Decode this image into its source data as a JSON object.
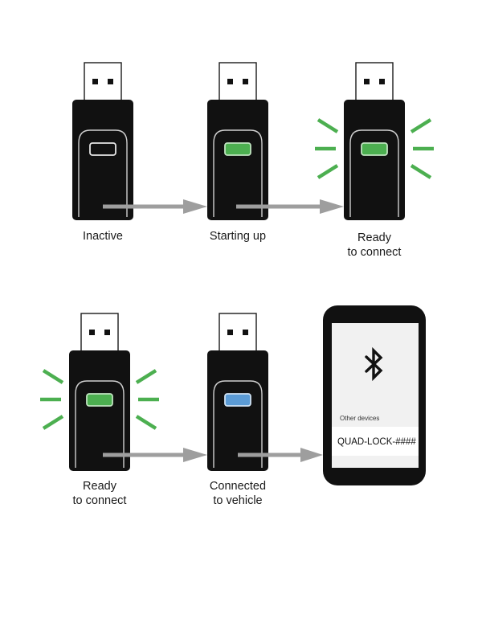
{
  "colors": {
    "dongle_body": "#111111",
    "dongle_outline": "#cfcfcf",
    "usb_metal": "#ffffff",
    "led_green": "#4caf50",
    "led_blue": "#5b9bd5",
    "glow_green": "#4caf50",
    "arrow": "#9e9e9e",
    "phone_body": "#111111",
    "phone_screen": "#f1f1f1"
  },
  "steps": [
    {
      "label": "Inactive",
      "led": "off",
      "glow": false
    },
    {
      "label": "Starting up",
      "led": "green",
      "glow": false
    },
    {
      "label": "Ready\nto connect",
      "led": "green",
      "glow": true
    },
    {
      "label": "Ready\nto connect",
      "led": "green",
      "glow": true
    },
    {
      "label": "Connected\nto vehicle",
      "led": "blue",
      "glow": false
    }
  ],
  "phone": {
    "icon": "bluetooth-icon",
    "section_label": "Other devices",
    "device_name": "QUAD-LOCK-####"
  }
}
